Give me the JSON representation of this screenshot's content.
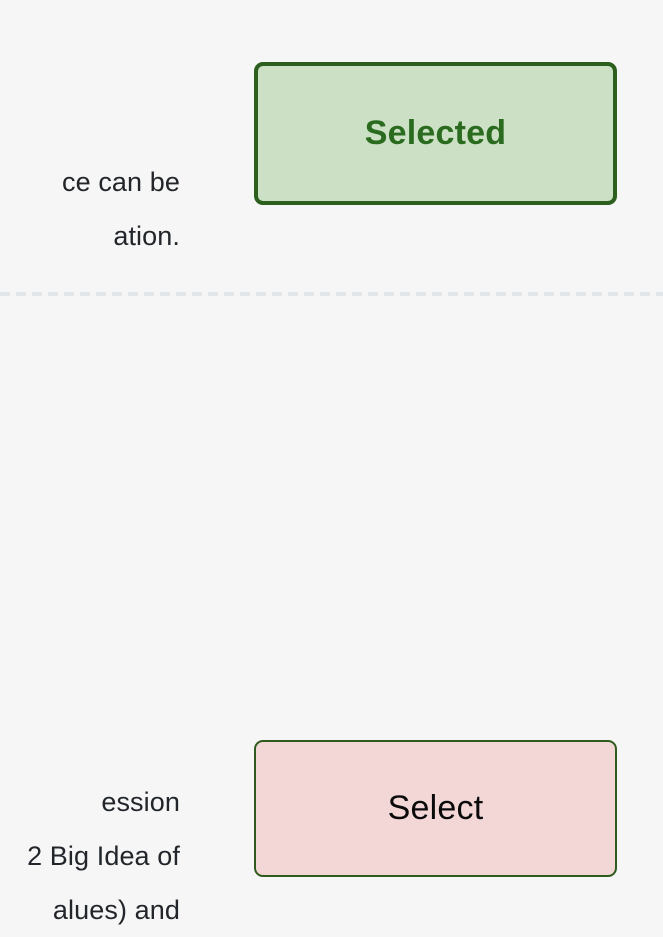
{
  "page": {
    "background_color": "#f6f6f6",
    "text_color": "#22262b"
  },
  "divider": {
    "name": "dashed-separator",
    "color": "#e1e6ea",
    "style": "dashed"
  },
  "rows": [
    {
      "id": "selected-row",
      "description_lines": [
        "ce can be",
        "ation."
      ],
      "button": {
        "label": "Selected",
        "state": "selected",
        "background_color": "#cbe0c4",
        "border_color": "#2c5e1d",
        "text_color": "#2a6b1f",
        "font_weight": "bold"
      }
    },
    {
      "id": "select-row",
      "description_lines": [
        "ession",
        "2 Big Idea of",
        "alues) and"
      ],
      "button": {
        "label": "Select",
        "state": "unselected",
        "background_color": "#f3d7d7",
        "border_color": "#2f5c1e",
        "text_color": "#0a0a0a",
        "font_weight": "normal"
      }
    }
  ]
}
